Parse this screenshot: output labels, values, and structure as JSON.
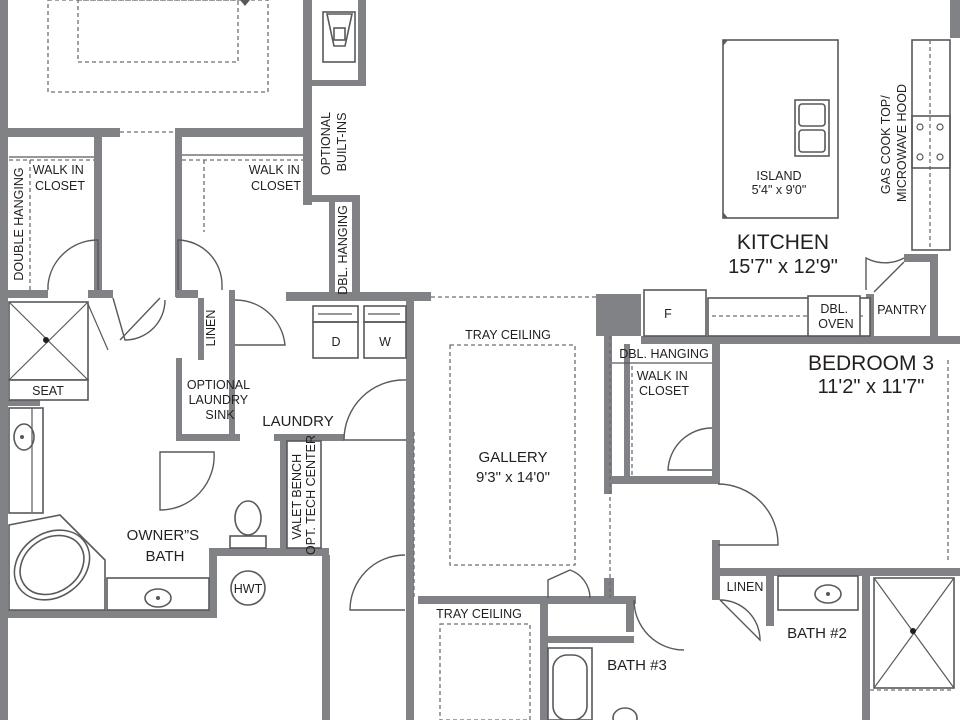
{
  "colors": {
    "wall": "#808285",
    "line": "#58595b",
    "text": "#231f20",
    "background": "#ffffff"
  },
  "rooms": {
    "walk_in_closet_left": [
      "WALK IN",
      "CLOSET"
    ],
    "double_hanging": "DOUBLE HANGING",
    "walk_in_closet_center": [
      "WALK IN",
      "CLOSET"
    ],
    "optional_built_ins": [
      "OPTIONAL",
      "BUILT-INS"
    ],
    "dbl_hanging_vertical": "DBL. HANGING",
    "island": "ISLAND",
    "island_dims": "5'4\" x 9'0\"",
    "gas_cooktop": [
      "GAS COOK TOP/",
      "MICROWAVE HOOD"
    ],
    "kitchen": "KITCHEN",
    "kitchen_dims": "15'7\" x 12'9\"",
    "pantry": "PANTRY",
    "dbl_oven": [
      "DBL.",
      "OVEN"
    ],
    "fridge": "F",
    "seat": "SEAT",
    "linen_vertical": "LINEN",
    "dryer": "D",
    "washer": "W",
    "tray_ceiling_top": "TRAY CEILING",
    "dbl_hanging_bedroom": "DBL. HANGING",
    "walk_in_closet_bedroom": [
      "WALK IN",
      "CLOSET"
    ],
    "bedroom3": "BEDROOM 3",
    "bedroom3_dims": "11'2\" x 11'7\"",
    "optional_laundry_sink": [
      "OPTIONAL",
      "LAUNDRY",
      "SINK"
    ],
    "laundry": "LAUNDRY",
    "gallery": "GALLERY",
    "gallery_dims": "9'3\" x 14'0\"",
    "valet_bench": [
      "VALET BENCH",
      "OPT. TECH CENTER"
    ],
    "owners_bath": [
      "OWNER”S",
      "BATH"
    ],
    "hwt": "HWT",
    "linen_bath2": "LINEN",
    "bath2": "BATH #2",
    "tray_ceiling_bottom": "TRAY CEILING",
    "bath3": "BATH #3"
  }
}
